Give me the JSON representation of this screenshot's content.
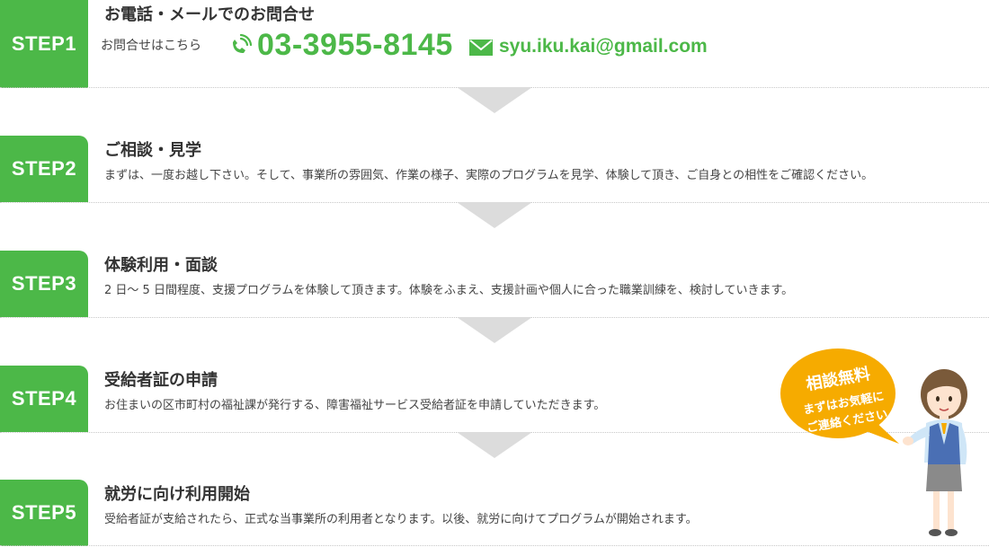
{
  "colors": {
    "accent": "#4cb848",
    "bubble": "#f6ab00",
    "arrow": "#dcdcdc"
  },
  "step1": {
    "badge": "STEP1",
    "title": "お電話・メールでのお問合せ",
    "contact_label": "お問合せはこちら",
    "phone_icon": "phone-icon",
    "phone": "03-3955-8145",
    "mail_icon": "mail-icon",
    "email": "syu.iku.kai@gmail.com"
  },
  "step2": {
    "badge": "STEP2",
    "title": "ご相談・見学",
    "desc": "まずは、一度お越し下さい。そして、事業所の雰囲気、作業の様子、実際のプログラムを見学、体験して頂き、ご自身との相性をご確認ください。"
  },
  "step3": {
    "badge": "STEP3",
    "title": "体験利用・面談",
    "desc": "2 日〜 5 日間程度、支援プログラムを体験して頂きます。体験をふまえ、支援計画や個人に合った職業訓練を、検討していきます。"
  },
  "step4": {
    "badge": "STEP4",
    "title": "受給者証の申請",
    "desc": "お住まいの区市町村の福祉課が発行する、障害福祉サービス受給者証を申請していただきます。"
  },
  "step5": {
    "badge": "STEP5",
    "title": "就労に向け利用開始",
    "desc": "受給者証が支給されたら、正式な当事業所の利用者となります。以後、就労に向けてプログラムが開始されます。"
  },
  "bubble": {
    "title": "相談無料",
    "line1": "まずはお気軽に",
    "line2": "ご連絡ください"
  }
}
